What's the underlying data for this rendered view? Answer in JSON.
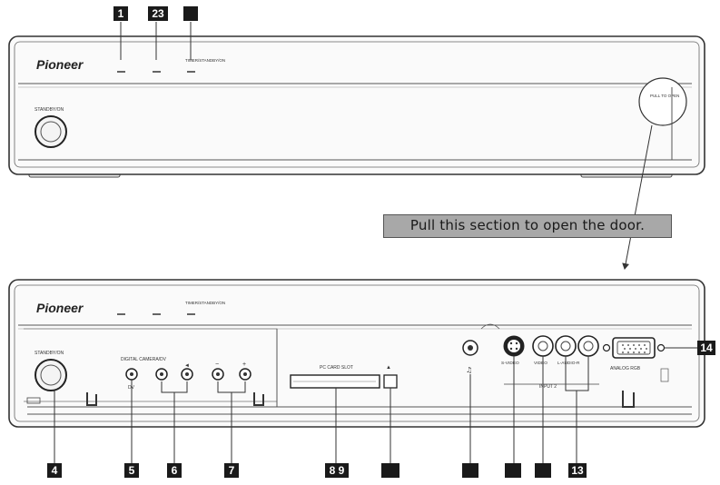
{
  "brand": "Pioneer",
  "front_panel": {
    "standby_label": "STANDBY/ON",
    "indicator_label": "TIMER/STANDBY/ON",
    "door_tag": "PULL TO OPEN"
  },
  "door_panel": {
    "digital_cam_label": "DIGITAL CAMERA/DV",
    "dv_label": "DV",
    "slot_label": "PC CARD SLOT",
    "input_label": "INPUT 2",
    "svideo_label": "S-VIDEO",
    "video_label": "VIDEO",
    "audio_label": "L-AUDIO-R",
    "analog_label": "ANALOG RGB"
  },
  "callouts": {
    "c1": "1",
    "c2": "2",
    "c3": "3",
    "c4": "4",
    "c5": "5",
    "c6": "6",
    "c7": "7",
    "c89": "8 9",
    "c13": "13",
    "c14": "14",
    "c10": "",
    "c11": "",
    "c12": "",
    "c15": "",
    "c16": ""
  },
  "banner_text": "Pull this section to open the door."
}
